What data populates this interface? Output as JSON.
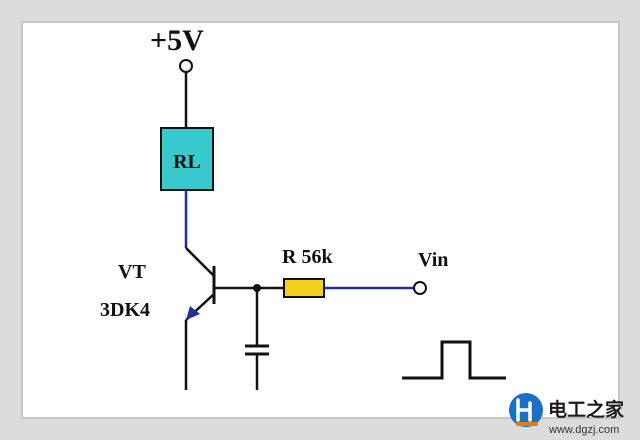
{
  "labels": {
    "supply": "+5V",
    "relay": "RL",
    "transistor_name": "VT",
    "transistor_model": "3DK4",
    "resistor": "R 56k",
    "input": "Vin"
  },
  "watermark": {
    "name": "电工之家",
    "url": "www.dgzj.com"
  },
  "colors": {
    "relay_fill": "#39c9cc",
    "wire_black": "#111111",
    "wire_blue": "#1f2f9e",
    "resistor_fill": "#f2d21c",
    "brand_blue": "#1b6fc4"
  }
}
